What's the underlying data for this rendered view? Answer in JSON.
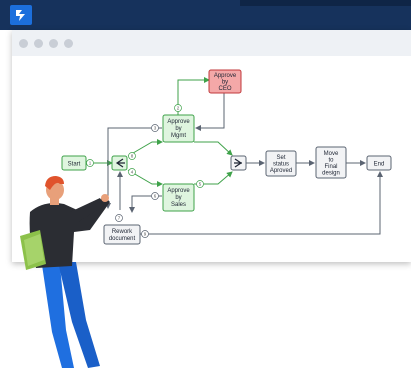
{
  "app": {
    "logo_icon": "bizagi-logo-icon"
  },
  "colors": {
    "topbar": "#16325c",
    "green_fill": "#dff5df",
    "green_stroke": "#3fa24a",
    "red_fill": "#f4a8a8",
    "red_stroke": "#c0393b",
    "gray_fill": "#f2f3f5",
    "gray_stroke": "#5b6472"
  },
  "diagram": {
    "nodes": {
      "start": "Start",
      "approve_mgmt": [
        "Approve",
        "by",
        "Mgmt"
      ],
      "approve_ceo": [
        "Approve",
        "by",
        "CEO"
      ],
      "approve_sales": [
        "Approve",
        "by",
        "Sales"
      ],
      "rework": [
        "Rework",
        "document"
      ],
      "set_status": [
        "Set",
        "status",
        "Aproved"
      ],
      "move_final": [
        "Move",
        "to",
        "Final",
        "design"
      ],
      "end": "End"
    },
    "step_numbers": [
      "1",
      "2",
      "3",
      "4",
      "5",
      "6",
      "7",
      "8",
      "9"
    ]
  }
}
